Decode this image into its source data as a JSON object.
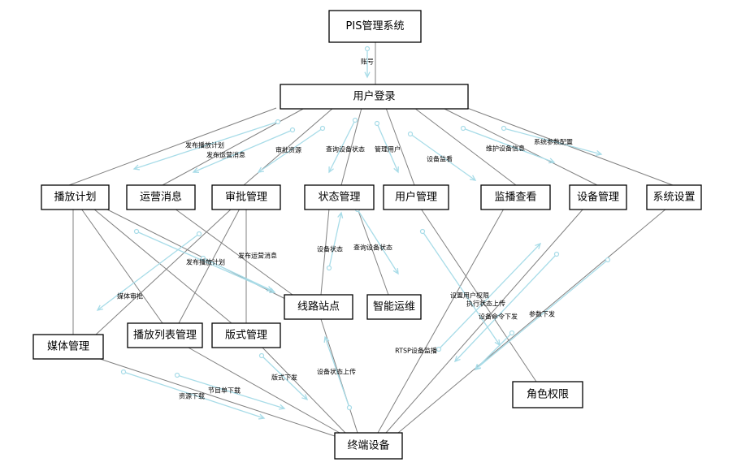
{
  "nodes": {
    "pis": "PIS管理系统",
    "login": "用户登录",
    "play_plan": "播放计划",
    "ops_msg": "运营消息",
    "approval": "审批管理",
    "status": "状态管理",
    "user_mgmt": "用户管理",
    "monitor": "监播查看",
    "device_mgmt": "设备管理",
    "settings": "系统设置",
    "station": "线路站点",
    "ops": "智能运维",
    "media": "媒体管理",
    "playlist": "播放列表管理",
    "layout": "版式管理",
    "role": "角色权限",
    "terminal": "终端设备"
  },
  "flows": {
    "account": "账号",
    "publish_plan": "发布播放计划",
    "publish_msg": "发布运营消息",
    "approve_res": "审批资源",
    "query_status": "查询设备状态",
    "manage_user": "管理用户",
    "device_monitor": "设备监看",
    "maintain_info": "维护设备信息",
    "sys_param": "系统参数配置",
    "device_status": "设备状态",
    "query_status2": "查询设备状态",
    "publish_plan2": "发布播放计划",
    "publish_msg2": "发布运营消息",
    "media_approve": "媒体审批",
    "set_perm": "设置用户权限",
    "exec_status": "执行状态上传",
    "device_cmd": "设备命令下发",
    "param_down": "参数下发",
    "rtsp": "RTSP设备监播",
    "layout_down": "版式下发",
    "status_up": "设备状态上传",
    "program_down": "节目单下载",
    "res_down": "资源下载"
  }
}
